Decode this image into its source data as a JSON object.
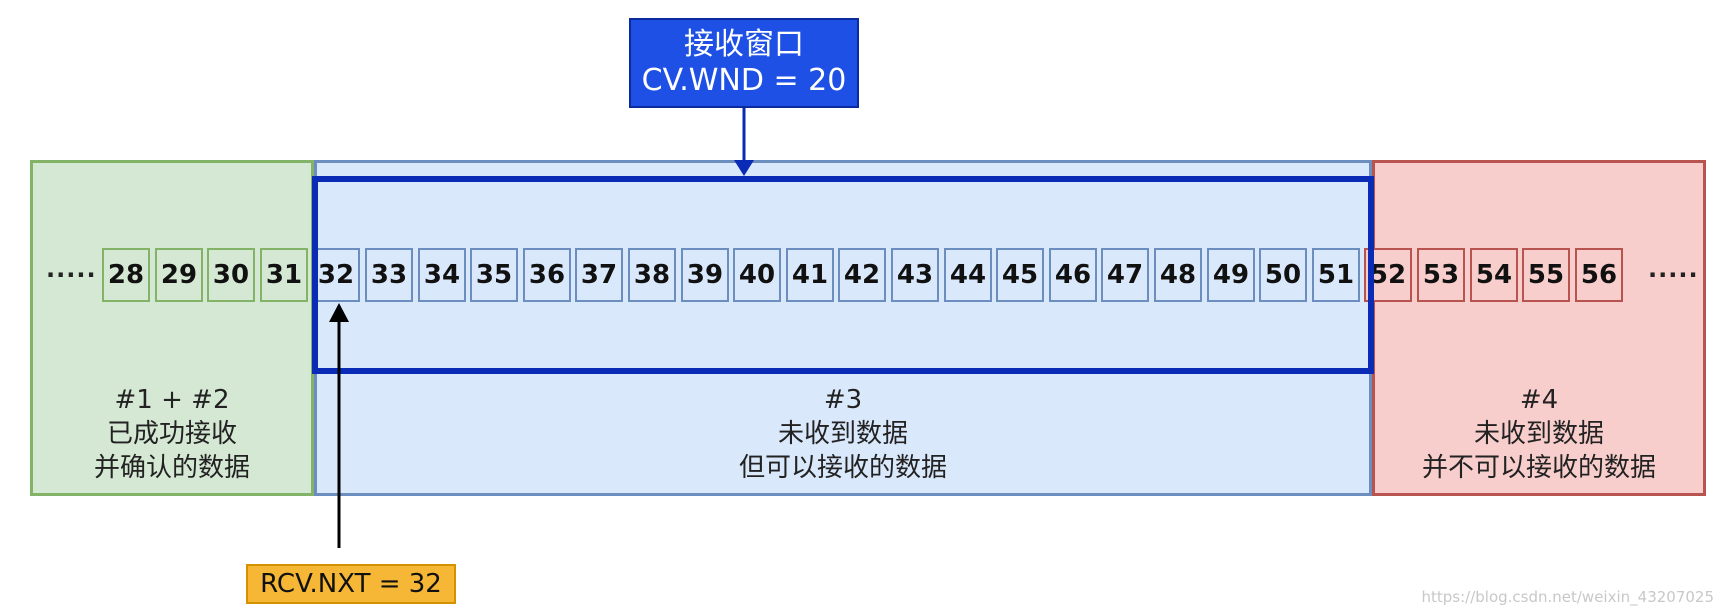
{
  "receive_window": {
    "title": "接收窗口",
    "value": "CV.WND = 20"
  },
  "pointer": {
    "label": "RCV.NXT = 32"
  },
  "regions": {
    "received": {
      "line1": "#1 + #2",
      "line2": "已成功接收",
      "line3": "并确认的数据"
    },
    "window": {
      "line1": "#3",
      "line2": "未收到数据",
      "line3": "但可以接收的数据"
    },
    "blocked": {
      "line1": "#4",
      "line2": "未收到数据",
      "line3": "并不可以接收的数据"
    }
  },
  "sequence": {
    "ellipsis_left": "·····",
    "ellipsis_right": "·····",
    "received": [
      "28",
      "29",
      "30",
      "31"
    ],
    "window": [
      "32",
      "33",
      "34",
      "35",
      "36",
      "37",
      "38",
      "39",
      "40",
      "41",
      "42",
      "43",
      "44",
      "45",
      "46",
      "47",
      "48",
      "49",
      "50",
      "51"
    ],
    "blocked": [
      "52",
      "53",
      "54",
      "55",
      "56"
    ]
  },
  "colors": {
    "received_fill": "#d5e8d4",
    "received_border": "#82b366",
    "window_fill": "#dae8fc",
    "window_border": "#6c8ebf",
    "blocked_fill": "#f8cecc",
    "blocked_border": "#b85450",
    "window_frame": "#0a2bb5",
    "label_box": "#1e50e6",
    "pointer_box": "#f5b735"
  },
  "watermark": "https://blog.csdn.net/weixin_43207025"
}
